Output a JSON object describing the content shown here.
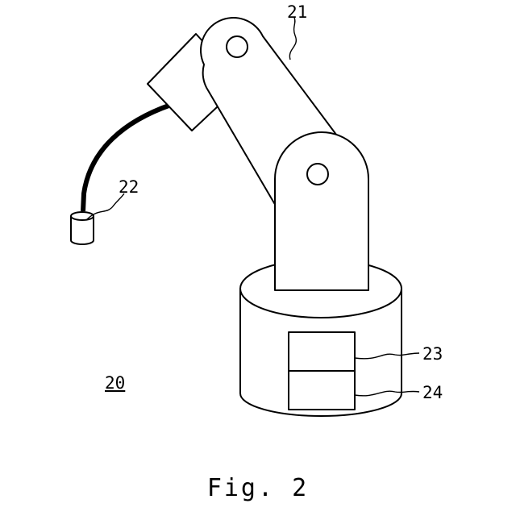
{
  "figure": {
    "labels": {
      "arm": "21",
      "tool": "22",
      "unit_top": "23",
      "unit_bottom": "24",
      "robot": "20"
    },
    "caption": "Fig. 2"
  }
}
